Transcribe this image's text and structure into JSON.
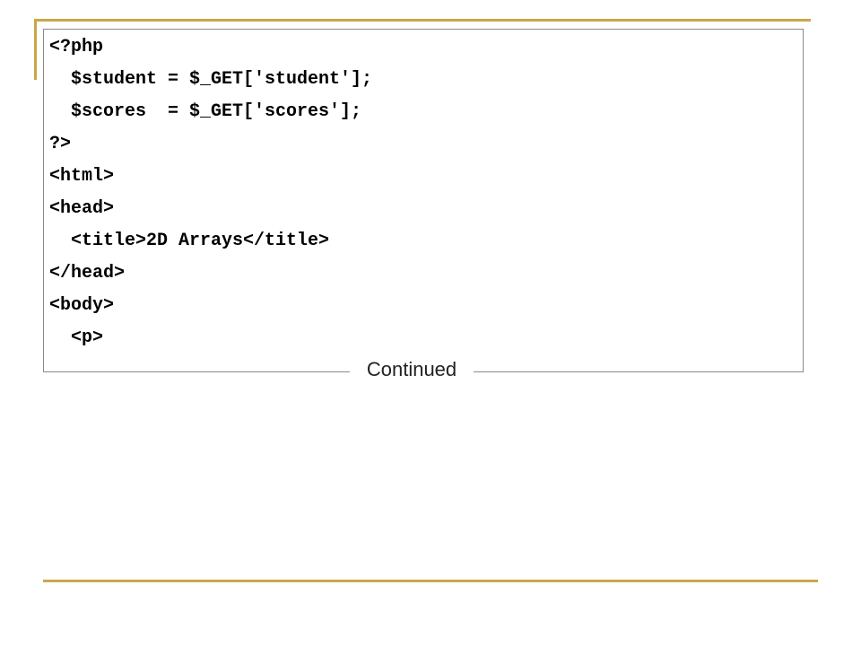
{
  "code": {
    "lines": [
      "<?php",
      "  $student = $_GET['student'];",
      "  $scores  = $_GET['scores'];",
      "?>",
      "<html>",
      "<head>",
      "  <title>2D Arrays</title>",
      "</head>",
      "<body>",
      "  <p>"
    ]
  },
  "footer": {
    "continued_label": "Continued"
  },
  "colors": {
    "accent_rule": "#c8a74a",
    "box_border": "#8a8a8a",
    "text": "#000000"
  }
}
